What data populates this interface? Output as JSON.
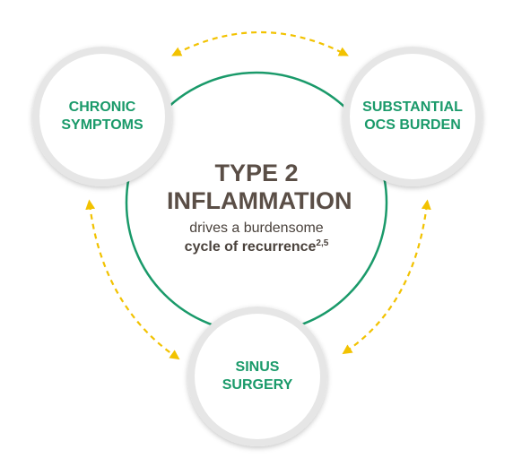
{
  "center": {
    "title_line1": "TYPE 2",
    "title_line2": "INFLAMMATION",
    "subtitle_line1": "drives a burdensome",
    "subtitle_line2": "cycle of recurrence",
    "subtitle_sup": "2,5"
  },
  "nodes": [
    {
      "id": "chronic-symptoms",
      "line1": "CHRONIC",
      "line2": "SYMPTOMS"
    },
    {
      "id": "ocs-burden",
      "line1": "SUBSTANTIAL",
      "line2": "OCS BURDEN"
    },
    {
      "id": "sinus-surgery",
      "line1": "SINUS",
      "line2": "SURGERY"
    }
  ],
  "colors": {
    "ring": "#1a9a6a",
    "node_text": "#1a9a6a",
    "center_text": "#5a4e46",
    "arrow": "#f2c200",
    "node_border": "#d9d9d9"
  }
}
